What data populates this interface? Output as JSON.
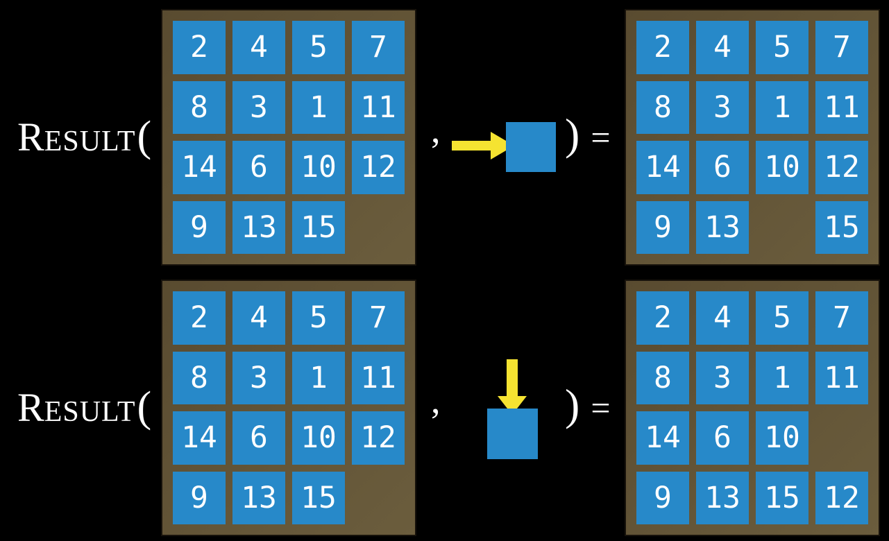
{
  "colors": {
    "background": "#000000",
    "tile_blue": "#2789C9",
    "frame_brown_dark": "#594B30",
    "frame_brown_light": "#6B5D3D",
    "arrow_yellow": "#F5E331",
    "text_white": "#FFFFFF"
  },
  "equations": [
    {
      "function": {
        "initial": "R",
        "small_caps": "ESULT",
        "open_paren": "("
      },
      "comma": ",",
      "action": {
        "direction": "right"
      },
      "close_paren": ")",
      "equals": "=",
      "before": [
        [
          "2",
          "4",
          "5",
          "7"
        ],
        [
          "8",
          "3",
          "1",
          "11"
        ],
        [
          "14",
          "6",
          "10",
          "12"
        ],
        [
          "9",
          "13",
          "15",
          ""
        ]
      ],
      "after": [
        [
          "2",
          "4",
          "5",
          "7"
        ],
        [
          "8",
          "3",
          "1",
          "11"
        ],
        [
          "14",
          "6",
          "10",
          "12"
        ],
        [
          "9",
          "13",
          "",
          "15"
        ]
      ]
    },
    {
      "function": {
        "initial": "R",
        "small_caps": "ESULT",
        "open_paren": "("
      },
      "comma": ",",
      "action": {
        "direction": "down"
      },
      "close_paren": ")",
      "equals": "=",
      "before": [
        [
          "2",
          "4",
          "5",
          "7"
        ],
        [
          "8",
          "3",
          "1",
          "11"
        ],
        [
          "14",
          "6",
          "10",
          "12"
        ],
        [
          "9",
          "13",
          "15",
          ""
        ]
      ],
      "after": [
        [
          "2",
          "4",
          "5",
          "7"
        ],
        [
          "8",
          "3",
          "1",
          "11"
        ],
        [
          "14",
          "6",
          "10",
          ""
        ],
        [
          "9",
          "13",
          "15",
          "12"
        ]
      ]
    }
  ]
}
